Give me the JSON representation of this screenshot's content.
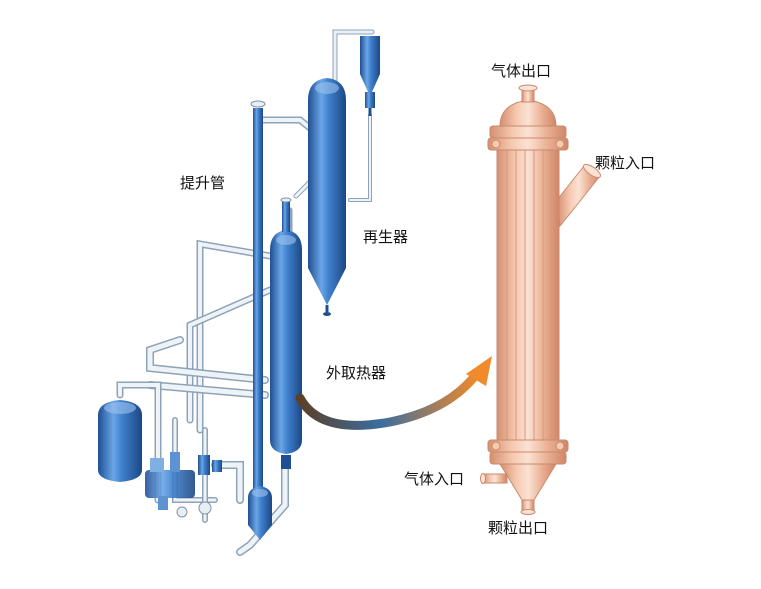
{
  "labels": {
    "riser": "提升管",
    "regenerator": "再生器",
    "external_heat_exchanger": "外取热器",
    "gas_outlet": "气体出口",
    "particle_inlet": "颗粒入口",
    "gas_inlet": "气体入口",
    "particle_outlet": "颗粒出口"
  },
  "colors": {
    "vessel_blue": "#3a78c4",
    "vessel_highlight": "#9cc3ee",
    "pipe_light": "#dfe8f2",
    "pipe_edge": "#8ea3b8",
    "exchanger_copper": "#e7ab8e",
    "exchanger_highlight": "#fbe2d4",
    "arrow_brown": "#7a5632",
    "arrow_orange": "#f08a2a"
  }
}
